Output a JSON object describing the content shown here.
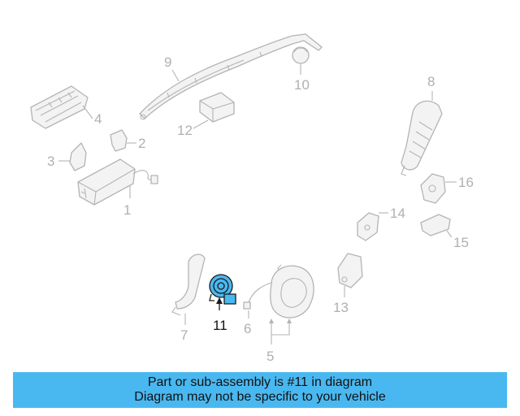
{
  "highlighted_part": "11",
  "callouts": [
    "1",
    "2",
    "3",
    "4",
    "5",
    "6",
    "7",
    "8",
    "9",
    "10",
    "11",
    "12",
    "13",
    "14",
    "15",
    "16"
  ],
  "banner": {
    "line1": "Part or sub-assembly is #11 in diagram",
    "line2": "Diagram may not be specific to your vehicle"
  },
  "colors": {
    "highlight": "#4ab8f0",
    "banner_background": "#4ab8f0",
    "part_outline": "#b4b4b4"
  }
}
